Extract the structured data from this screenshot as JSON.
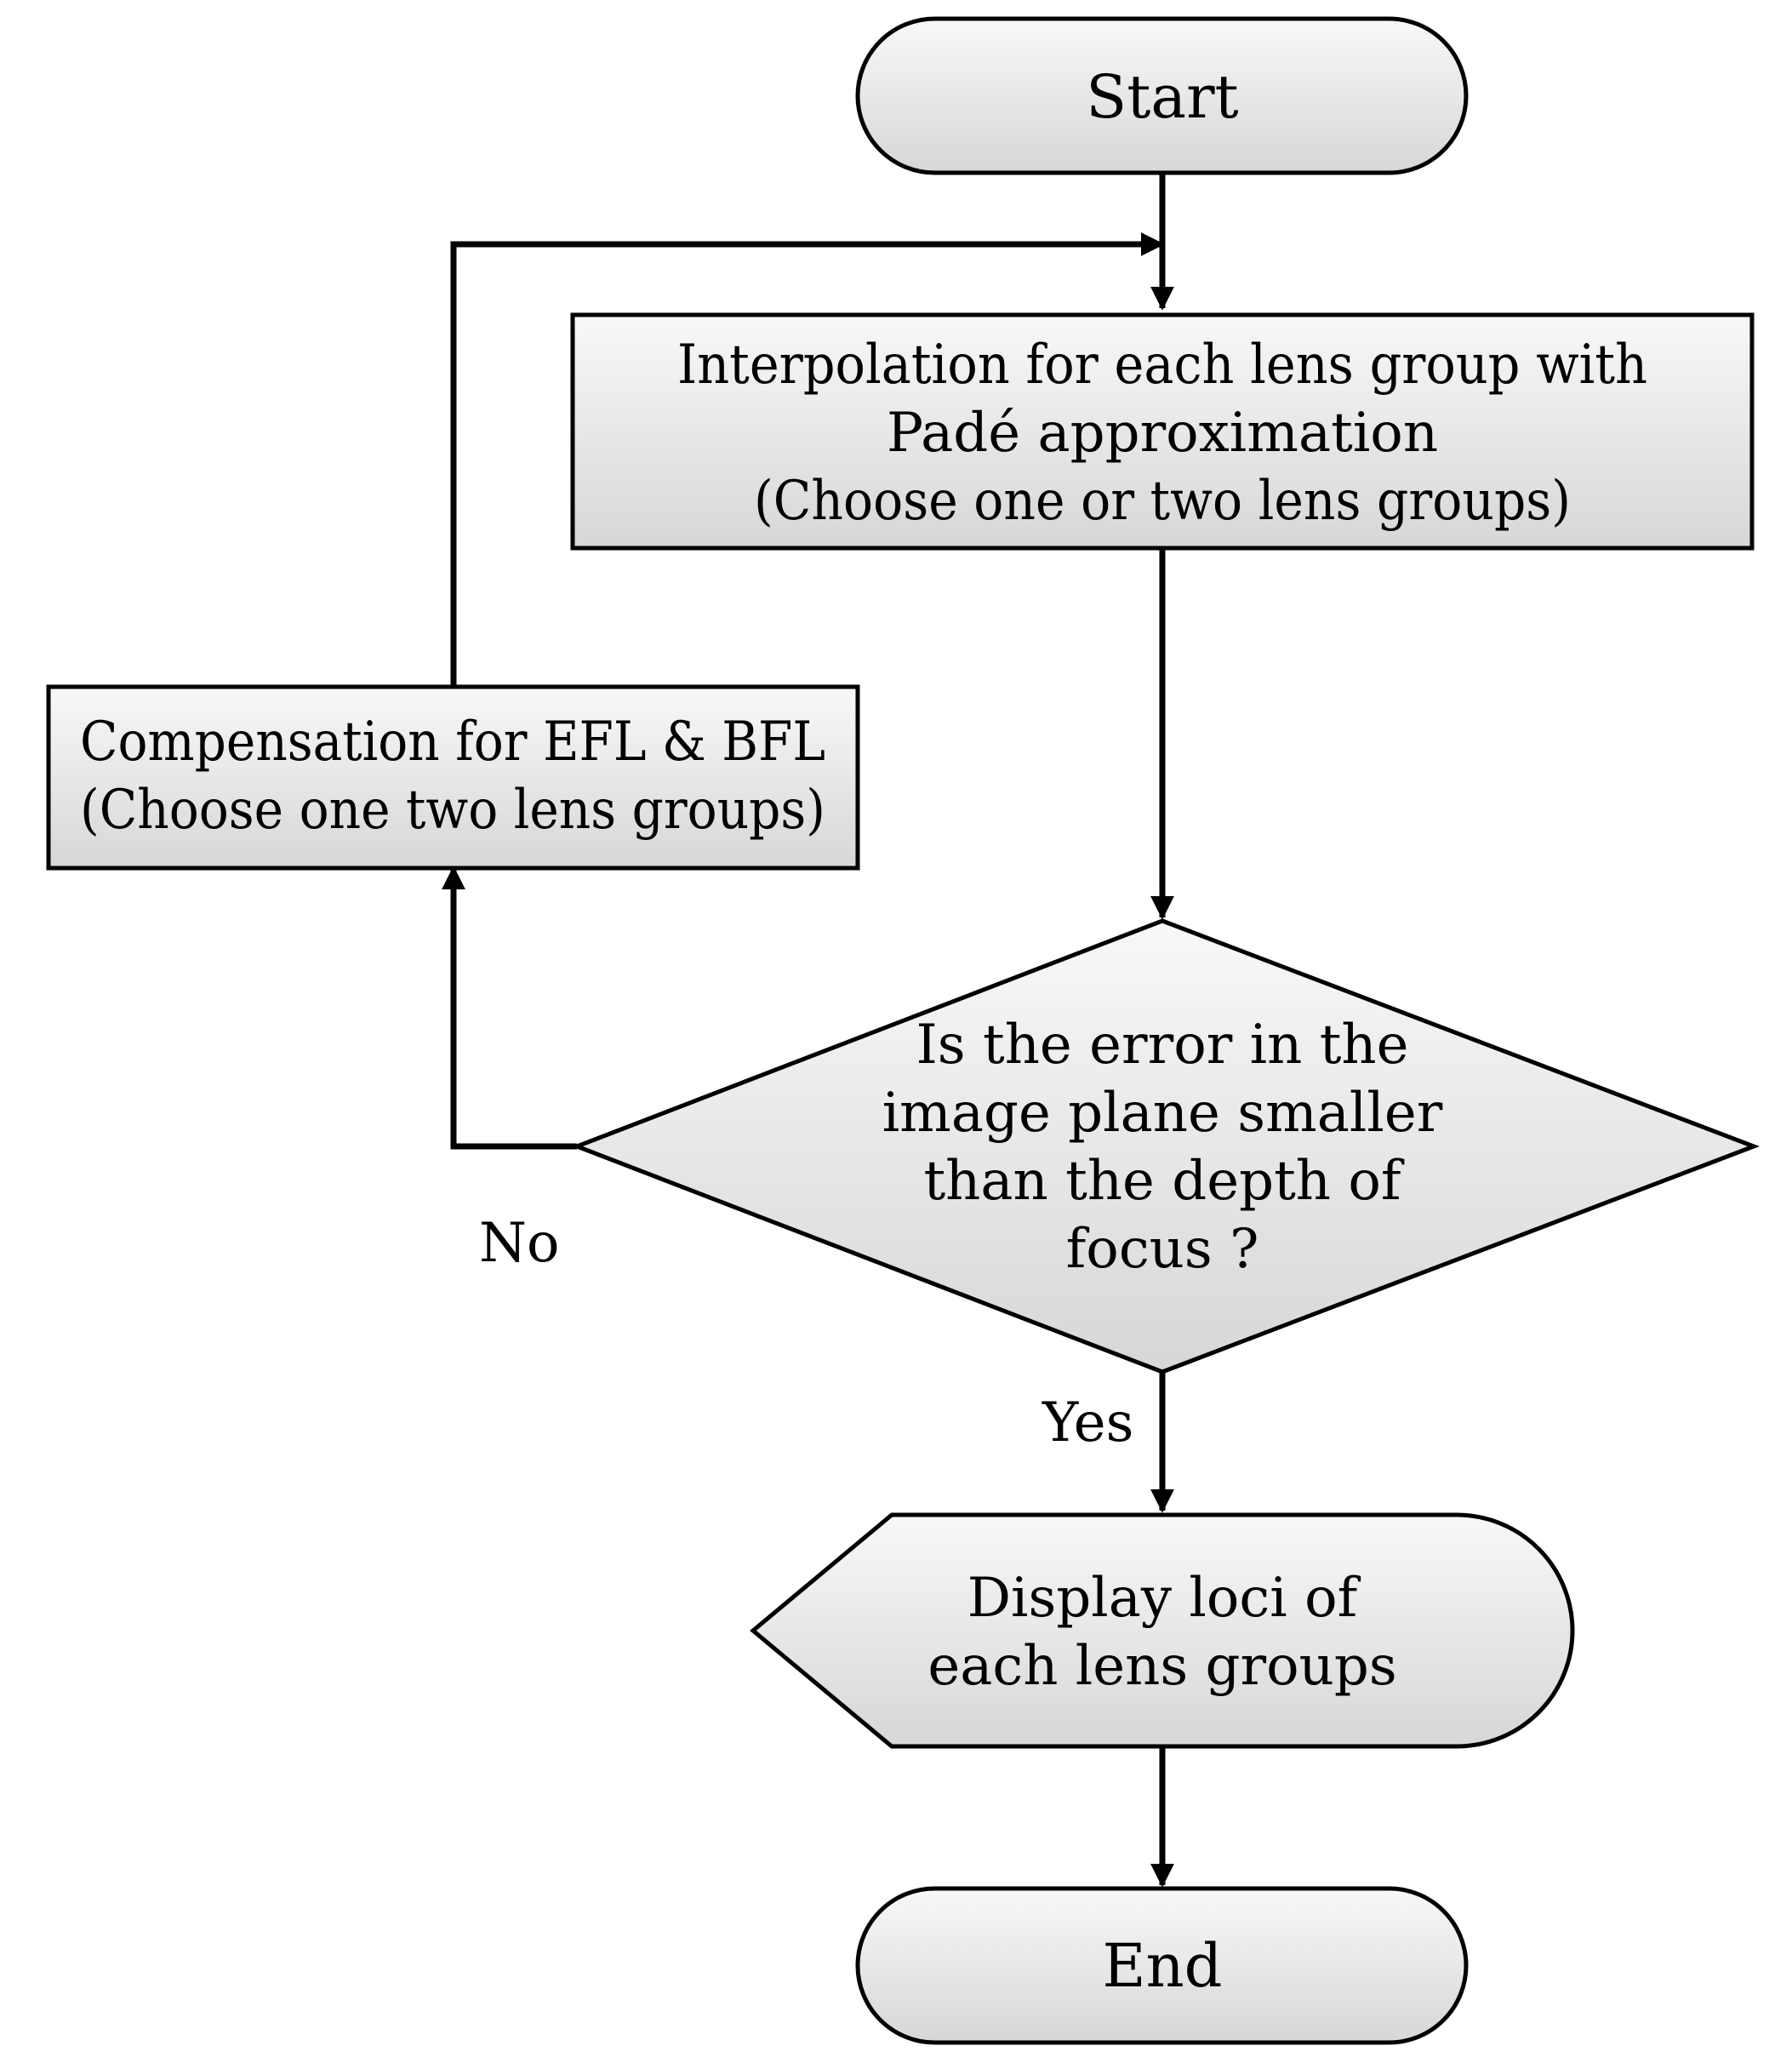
{
  "nodes": {
    "start": {
      "label": "Start"
    },
    "interpolation": {
      "line1": "Interpolation for each lens group with",
      "line2": "Padé approximation",
      "line3": "(Choose one or two lens groups)"
    },
    "compensation": {
      "line1": "Compensation for EFL & BFL",
      "line2": "(Choose one two lens groups)"
    },
    "decision": {
      "line1": "Is the error in the",
      "line2": "image plane smaller",
      "line3": "than the depth of",
      "line4": "focus ?"
    },
    "display": {
      "line1": "Display loci of",
      "line2": "each lens groups"
    },
    "end": {
      "label": "End"
    }
  },
  "edges": {
    "no_label": "No",
    "yes_label": "Yes"
  }
}
